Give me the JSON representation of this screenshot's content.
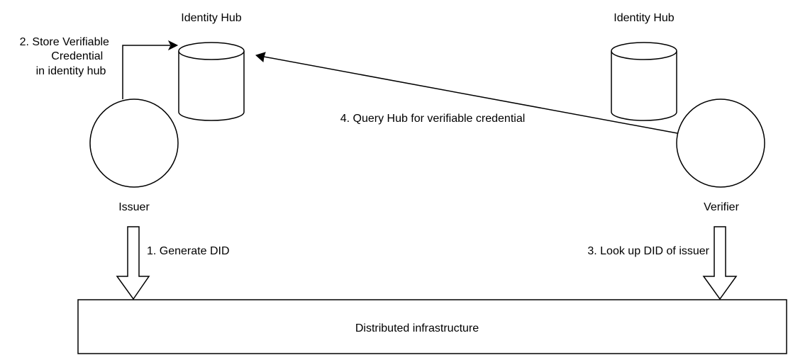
{
  "nodes": {
    "hub_left": {
      "label": "Identity Hub"
    },
    "hub_right": {
      "label": "Identity Hub"
    },
    "issuer": {
      "label": "Issuer"
    },
    "verifier": {
      "label": "Verifier"
    },
    "infrastructure": {
      "label": "Distributed infrastructure"
    }
  },
  "edges": {
    "store": {
      "lines": [
        "2. Store Verifiable",
        "Credential",
        "in identity hub"
      ]
    },
    "generate": {
      "label": "1. Generate DID"
    },
    "lookup": {
      "label": "3. Look up DID of issuer"
    },
    "query": {
      "label": "4. Query Hub for verifiable credential"
    }
  }
}
